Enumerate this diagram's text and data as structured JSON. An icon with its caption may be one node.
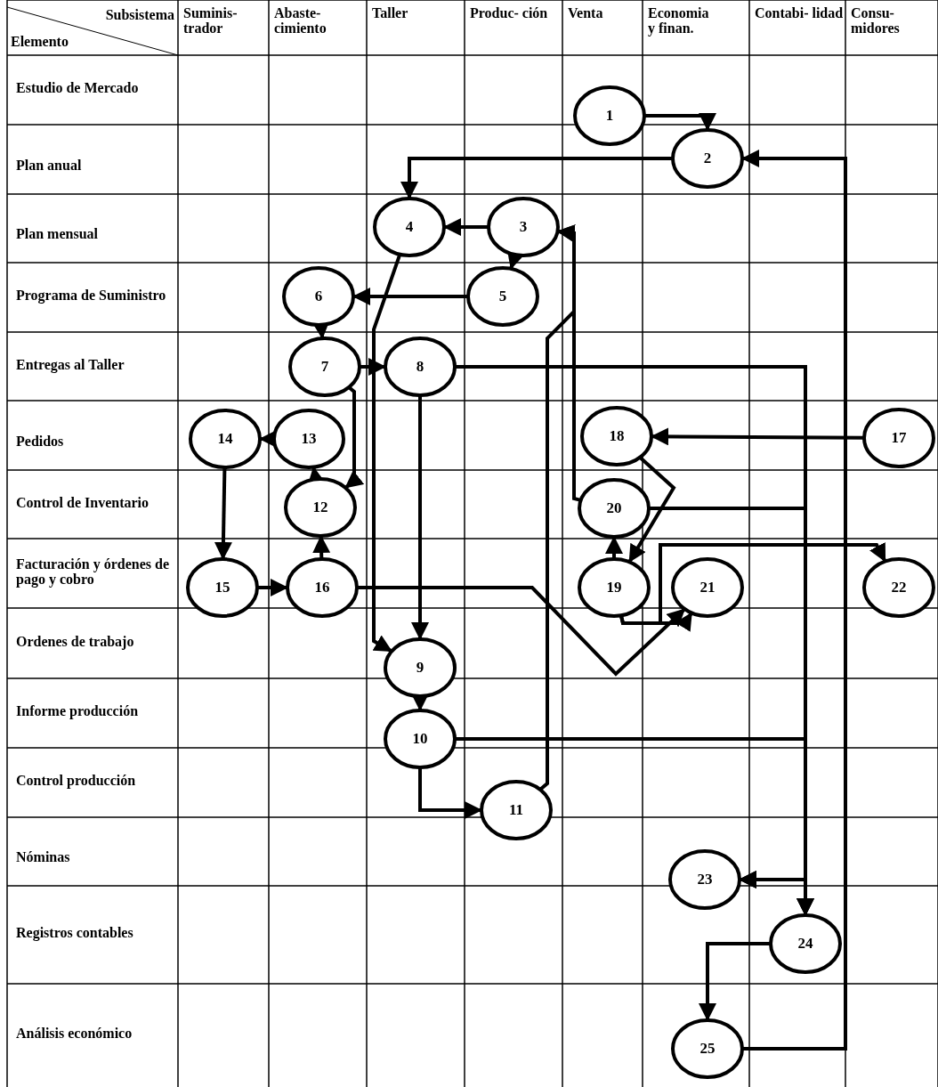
{
  "diagram": {
    "nodes": [
      {
        "text": [
          "1"
        ]
      },
      {
        "text": [
          "2"
        ]
      },
      {
        "text": [
          "3"
        ]
      },
      {
        "text": [
          "4"
        ]
      },
      {
        "text": [
          "5"
        ]
      },
      {
        "text": [
          "6"
        ]
      },
      {
        "text": [
          "7"
        ]
      },
      {
        "text": [
          "8"
        ]
      },
      {
        "text": [
          "9"
        ]
      },
      {
        "text": [
          "10"
        ]
      },
      {
        "text": [
          "11"
        ]
      },
      {
        "text": [
          "12"
        ]
      },
      {
        "text": [
          "13"
        ]
      },
      {
        "text": [
          "14"
        ]
      },
      {
        "text": [
          "15"
        ]
      },
      {
        "text": [
          "16"
        ]
      },
      {
        "text": [
          "17"
        ]
      },
      {
        "text": [
          "18"
        ]
      },
      {
        "text": [
          "19"
        ]
      },
      {
        "text": [
          "20"
        ]
      },
      {
        "text": [
          "21"
        ]
      },
      {
        "text": [
          "22"
        ]
      },
      {
        "text": [
          "23"
        ]
      },
      {
        "text": [
          "24"
        ]
      },
      {
        "text": [
          "25"
        ]
      }
    ],
    "edges": [
      {
        "from": 0,
        "to": 1,
        "arrow": "to"
      },
      {
        "from": 1,
        "to": 3,
        "arrow": "to"
      },
      {
        "from": 24,
        "to": 1,
        "arrow": "to"
      },
      {
        "from": 2,
        "to": 3,
        "arrow": "to"
      },
      {
        "from": 2,
        "to": 4,
        "arrow": "to"
      },
      {
        "from": 3,
        "to": 8,
        "arrow": "to"
      },
      {
        "from": 4,
        "to": 5,
        "arrow": "to"
      },
      {
        "from": 5,
        "to": 6,
        "arrow": "to"
      },
      {
        "from": 6,
        "to": 7,
        "arrow": "to"
      },
      {
        "from": 6,
        "to": 11,
        "arrow": "to"
      },
      {
        "from": 7,
        "to": 8,
        "arrow": "to"
      },
      {
        "from": 7,
        "to": 23,
        "arrow": "to"
      },
      {
        "from": 7,
        "to": 22,
        "arrow": "to"
      },
      {
        "from": 8,
        "to": 9,
        "arrow": "to"
      },
      {
        "from": 9,
        "to": 23,
        "arrow": "to"
      },
      {
        "from": 9,
        "to": 22,
        "arrow": "to"
      },
      {
        "from": 9,
        "to": 10,
        "arrow": "to"
      },
      {
        "from": 10,
        "to": 2,
        "arrow": "to"
      },
      {
        "from": 11,
        "to": 12,
        "arrow": "to"
      },
      {
        "from": 12,
        "to": 13,
        "arrow": "to"
      },
      {
        "from": 13,
        "to": 14,
        "arrow": "to"
      },
      {
        "from": 14,
        "to": 15,
        "arrow": "to"
      },
      {
        "from": 15,
        "to": 11,
        "arrow": "to"
      },
      {
        "from": 15,
        "to": 20,
        "arrow": "to"
      },
      {
        "from": 16,
        "to": 17,
        "arrow": "to"
      },
      {
        "from": 17,
        "to": 18,
        "arrow": "to"
      },
      {
        "from": 18,
        "to": 19,
        "arrow": "to"
      },
      {
        "from": 18,
        "to": 20,
        "arrow": "to"
      },
      {
        "from": 18,
        "to": 21,
        "arrow": "to"
      },
      {
        "from": 19,
        "to": 23,
        "arrow": "to"
      },
      {
        "from": 19,
        "to": 22,
        "arrow": "to"
      },
      {
        "from": 19,
        "to": 2,
        "arrow": "to"
      },
      {
        "from": 23,
        "to": 24,
        "arrow": "to"
      }
    ],
    "labels": [
      "Subsistema",
      "Elemento",
      "Suminis- trador",
      "Abaste- cimiento",
      "Taller",
      "Produc- ción",
      "Venta",
      "Economia y finan.",
      "Contabi- lidad",
      "Consu- midores",
      "Estudio de Mercado",
      "Plan anual",
      "Plan mensual",
      "Programa de Suministro",
      "Entregas al Taller",
      "Pedidos",
      "Control de Inventario",
      "Facturación y órdenes de pago y cobro",
      "Ordenes de trabajo",
      "Informe producción",
      "Control producción",
      "Nóminas",
      "Registros contables",
      "Análisis económico"
    ]
  }
}
